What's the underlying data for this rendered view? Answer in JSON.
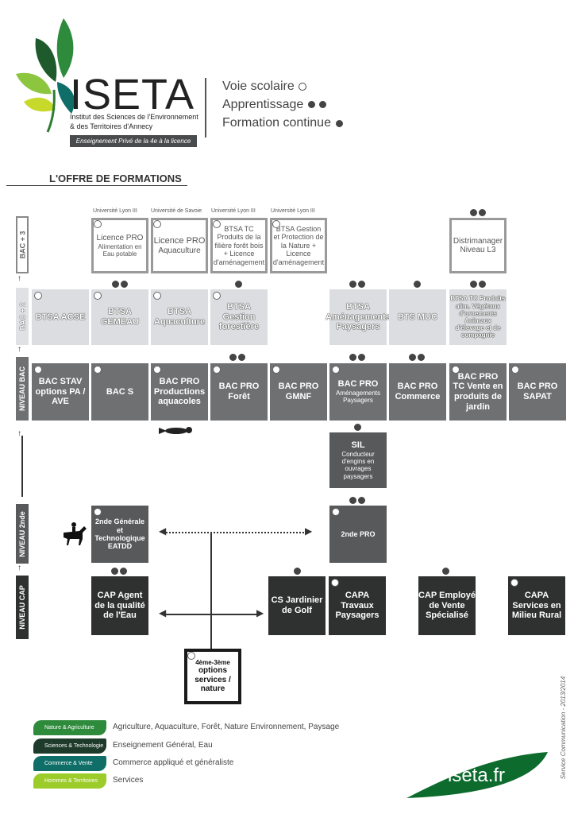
{
  "header": {
    "logo_text": "ISETA",
    "institute_line1": "Institut des Sciences de l'Environnement",
    "institute_line2": "& des Territoires d'Annecy",
    "tagline": "Enseignement Privé de la 4e à la licence",
    "mode_scolaire": "Voie scolaire",
    "mode_apprentissage": "Apprentissage",
    "mode_continue": "Formation continue"
  },
  "section_title": "L'OFFRE DE FORMATIONS",
  "levels": {
    "bac3": "BAC + 3",
    "bac2": "BAC + 2",
    "niveau_bac": "NIVEAU BAC",
    "niveau_2nde": "NIVEAU 2nde",
    "niveau_cap": "NIVEAU CAP"
  },
  "universities": [
    "Université Lyon III",
    "Université de Savoie",
    "Université Lyon III",
    "Université Lyon III"
  ],
  "bac3": {
    "licence_alim_title": "Licence PRO",
    "licence_alim_sub": "Alimentation en Eau potable",
    "licence_aqua_title": "Licence PRO",
    "licence_aqua_sub": "Aquaculture",
    "btsa_tc_bois": "BTSA TC Produits de la filière forêt bois + Licence d'aménagement",
    "btsa_gestion_nature": "BTSA Gestion et Protection de la Nature + Licence d'aménagement",
    "distrimanager": "Distrimanager Niveau L3"
  },
  "bac2": {
    "acse": "BTSA ACSE",
    "gemeau": "BTSA GEMEAU",
    "aquaculture": "BTSA Aquaculture",
    "gestion_forestiere": "BTSA Gestion forestière",
    "amenagements": "BTSA Aménagements Paysagers",
    "muc": "BTS MUC",
    "tc_produits": "BTSA TC Produits alim. Végétaux d'ornements Animaux d'élevage et de compagnie"
  },
  "nivbac": {
    "stav_title": "BAC STAV",
    "stav_sub": "options PA / AVE",
    "bac_s": "BAC S",
    "prod_aqua_title": "BAC PRO",
    "prod_aqua_sub": "Productions aquacoles",
    "foret_title": "BAC PRO",
    "foret_sub": "Forêt",
    "gmnf_title": "BAC PRO",
    "gmnf_sub": "GMNF",
    "amenag_title": "BAC PRO",
    "amenag_sub": "Aménagements Paysagers",
    "commerce_title": "BAC PRO",
    "commerce_sub": "Commerce",
    "tc_vente_title": "BAC PRO",
    "tc_vente_sub": "TC Vente en produits de jardin",
    "sapat_title": "BAC PRO",
    "sapat_sub": "SAPAT"
  },
  "sil": {
    "title": "SIL",
    "sub": "Conducteur d'engins en ouvrages paysagers"
  },
  "seconde": {
    "generale": "2nde Générale et Technologique EATDD",
    "pro": "2nde PRO"
  },
  "cap": {
    "agent_eau": "CAP Agent de la qualité de l'Eau",
    "jardinier_golf": "CS Jardinier de Golf",
    "travaux_paysagers": "CAPA Travaux Paysagers",
    "employe_vente": "CAP Employé de Vente Spécialisé",
    "services_rural": "CAPA Services en Milieu Rural"
  },
  "quatrieme": {
    "line1": "4ème-3ème",
    "line2": "options services / nature"
  },
  "legend": [
    {
      "tag": "Nature & Agriculture",
      "text": "Agriculture, Aquaculture, Forêt, Nature Environnement, Paysage",
      "color": "#2e8b3c"
    },
    {
      "tag": "Sciences & Technologie",
      "text": "Enseignement Général, Eau",
      "color": "#1e3a2a"
    },
    {
      "tag": "Commerce & Vente",
      "text": "Commerce appliqué et généraliste",
      "color": "#0f6e68"
    },
    {
      "tag": "Hommes & Territoires",
      "text": "Services",
      "color": "#9ccc2a"
    }
  ],
  "footer": {
    "website": "iseta.fr",
    "credit": "Service Communication - 2013/2014"
  }
}
